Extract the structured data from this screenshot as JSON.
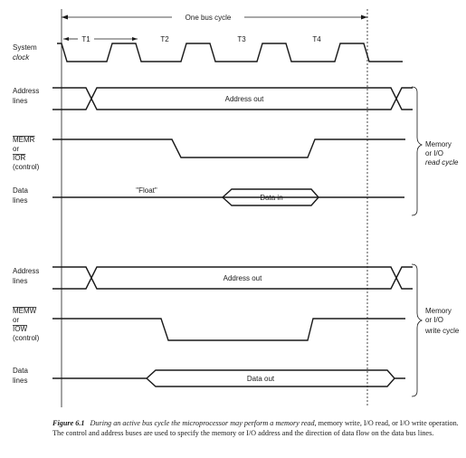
{
  "bus_cycle_label": "One bus cycle",
  "t_states": [
    "T1",
    "T2",
    "T3",
    "T4"
  ],
  "signals": {
    "system_clock": [
      "System",
      "clock"
    ],
    "read_address": [
      "Address",
      "lines"
    ],
    "memr_ior": [
      "MEMR",
      "or",
      "IOR",
      "(control)"
    ],
    "read_data": [
      "Data",
      "lines"
    ],
    "write_address": [
      "Address",
      "lines"
    ],
    "memw_iow": [
      "MEMW",
      "or",
      "IOW",
      "(control)"
    ],
    "write_data": [
      "Data",
      "lines"
    ]
  },
  "bus_labels": {
    "address_out_read": "Address out",
    "float": "\"Float\"",
    "data_in": "Data in",
    "address_out_write": "Address out",
    "data_out": "Data out"
  },
  "brackets": {
    "read": [
      "Memory",
      "or I/O",
      "read cycle"
    ],
    "write": [
      "Memory",
      "or I/O",
      "write cycle"
    ]
  },
  "caption": {
    "figure": "Figure 6.1",
    "italic": "During an active bus cycle the microprocessor may perform a memory read,",
    "rest": "memory write, I/O read, or I/O write operation. The control and address buses are used to specify the memory or I/O address and the direction of data flow on the data bus lines."
  }
}
